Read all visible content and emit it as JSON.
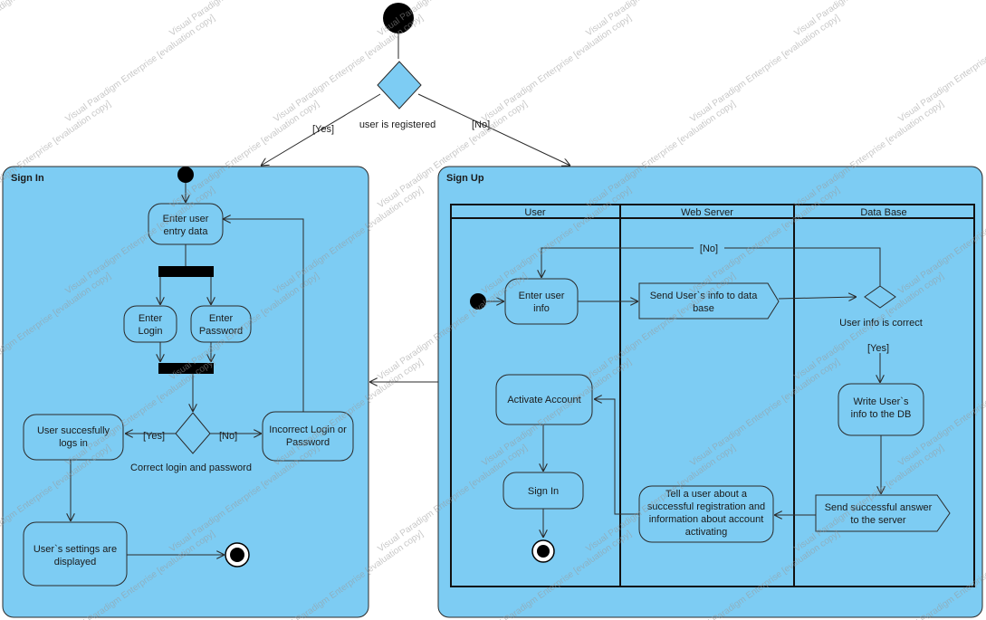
{
  "watermark": "Visual Paradigm Enterprise [evaluation copy]",
  "colors": {
    "fill": "#7dccf3",
    "partition_fill": "#7dccf3",
    "stroke": "#2a2a2a",
    "text": "#1a1a1a"
  },
  "top": {
    "decision_label": "user is registered",
    "yes_label": "[Yes]",
    "no_label": "[No]"
  },
  "sign_in": {
    "title": "Sign In",
    "enter_data": [
      "Enter user",
      "entry data"
    ],
    "enter_login": [
      "Enter",
      "Login"
    ],
    "enter_password": [
      "Enter",
      "Password"
    ],
    "decision_label": "Correct login and password",
    "yes_label": "[Yes]",
    "no_label": "[No]",
    "success": [
      "User succesfully",
      "logs in"
    ],
    "incorrect": [
      "Incorrect Login or",
      "Password"
    ],
    "settings": [
      "User`s settings are",
      "displayed"
    ]
  },
  "sign_up": {
    "title": "Sign Up",
    "lanes": [
      "User",
      "Web Server",
      "Data Base"
    ],
    "enter_info": [
      "Enter user",
      "info"
    ],
    "send_info": [
      "Send User`s info to data",
      "base"
    ],
    "decision_label": "User info is correct",
    "no_label": "[No]",
    "yes_label": "[Yes]",
    "write_info": [
      "Write User`s",
      "info to the DB"
    ],
    "send_success": [
      "Send successful answer",
      "to the server"
    ],
    "tell_user": [
      "Tell a user about a",
      "successful registration and",
      "information about account",
      "activating"
    ],
    "activate": [
      "Activate Account"
    ],
    "sign_in_action": [
      "Sign In"
    ]
  }
}
